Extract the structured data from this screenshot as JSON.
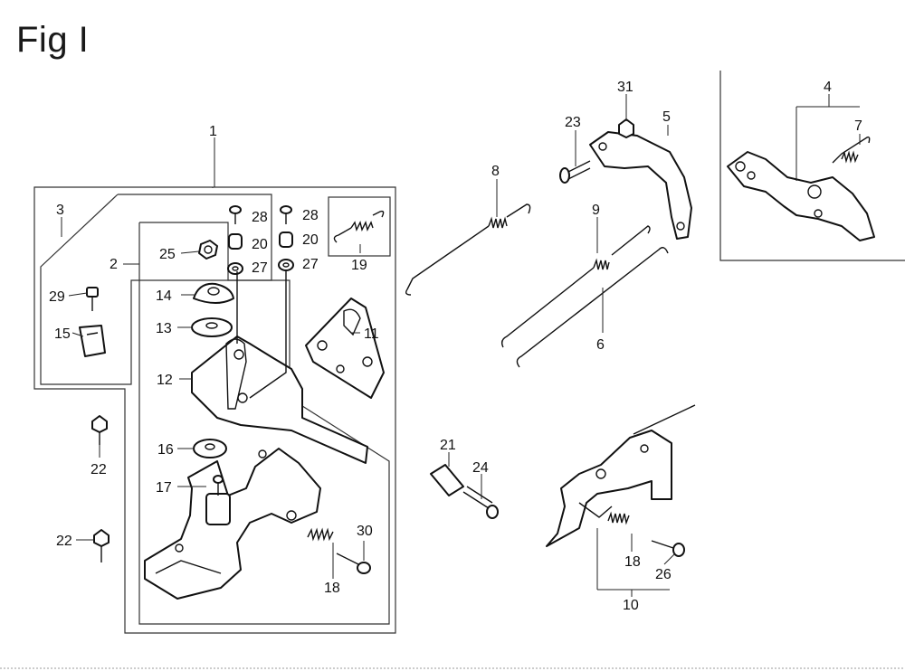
{
  "title": "Fig I",
  "callouts": {
    "c1": "1",
    "c2": "2",
    "c3": "3",
    "c4": "4",
    "c5": "5",
    "c6": "6",
    "c7": "7",
    "c8": "8",
    "c9": "9",
    "c10": "10",
    "c11": "11",
    "c12": "12",
    "c13": "13",
    "c14": "14",
    "c15": "15",
    "c16": "16",
    "c17": "17",
    "c18a": "18",
    "c18b": "18",
    "c19": "19",
    "c20a": "20",
    "c20b": "20",
    "c21": "21",
    "c22a": "22",
    "c22b": "22",
    "c23": "23",
    "c24": "24",
    "c25": "25",
    "c26": "26",
    "c27a": "27",
    "c27b": "27",
    "c28a": "28",
    "c28b": "28",
    "c29": "29",
    "c30": "30",
    "c31": "31"
  }
}
